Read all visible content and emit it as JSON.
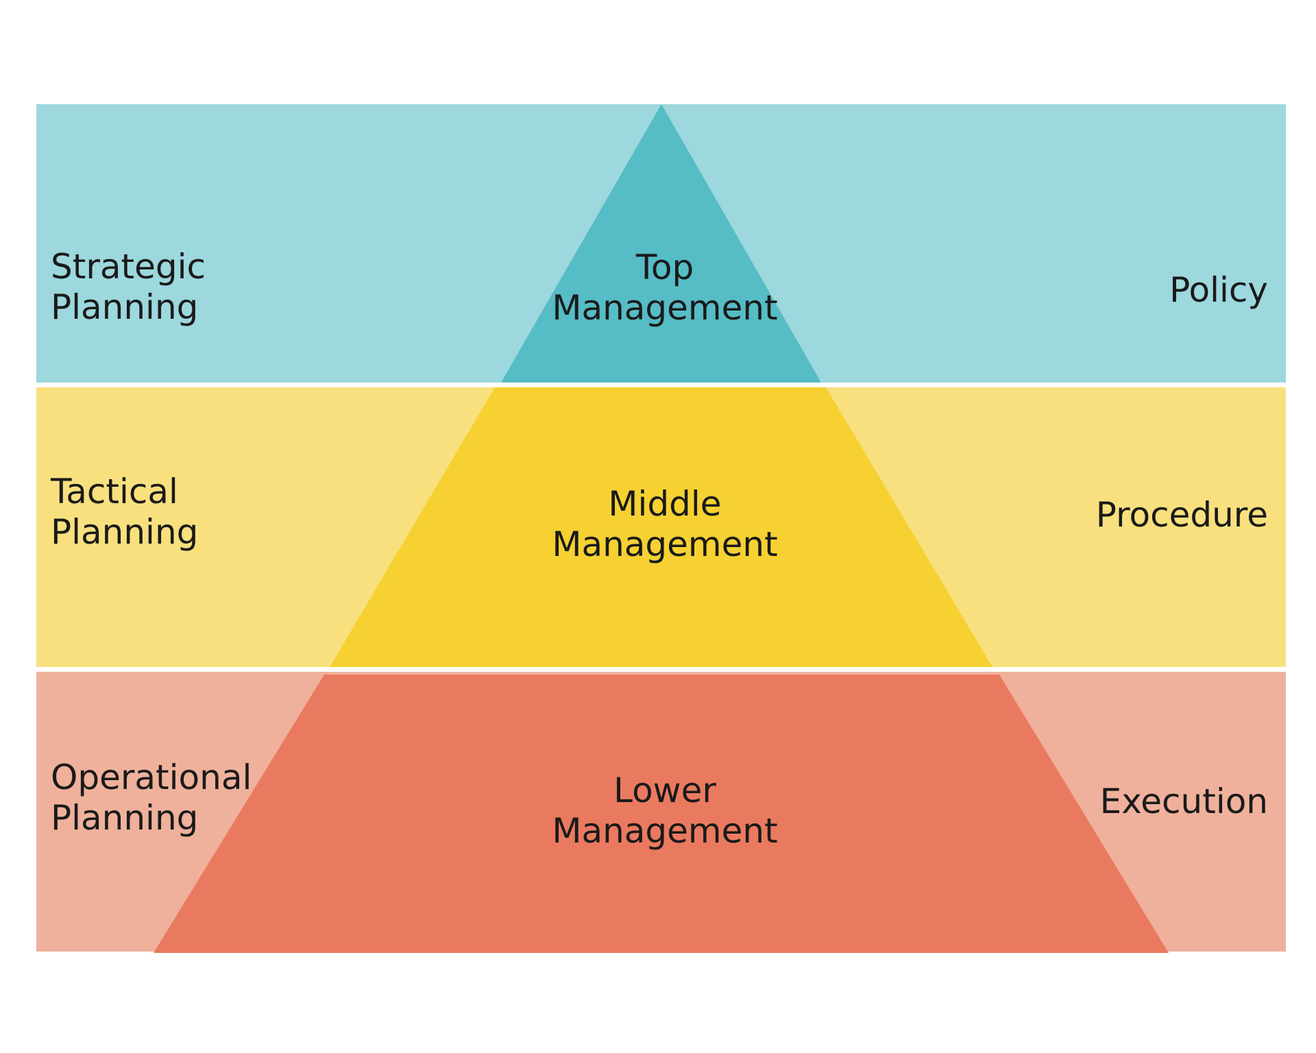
{
  "levels": [
    {
      "left_line1": "Strategic",
      "left_line2": "Planning",
      "center_line1": "Top",
      "center_line2": "Management",
      "right": "Policy",
      "band_color": "#9cd8dd",
      "shape_color": "#56bcc5"
    },
    {
      "left_line1": "Tactical",
      "left_line2": "Planning",
      "center_line1": "Middle",
      "center_line2": "Management",
      "right": "Procedure",
      "band_color": "#f8e07e",
      "shape_color": "#f6d131"
    },
    {
      "left_line1": "Operational",
      "left_line2": "Planning",
      "center_line1": "Lower",
      "center_line2": "Management",
      "right": "Execution",
      "band_color": "#efb19c",
      "shape_color": "#ea7a5f"
    }
  ]
}
